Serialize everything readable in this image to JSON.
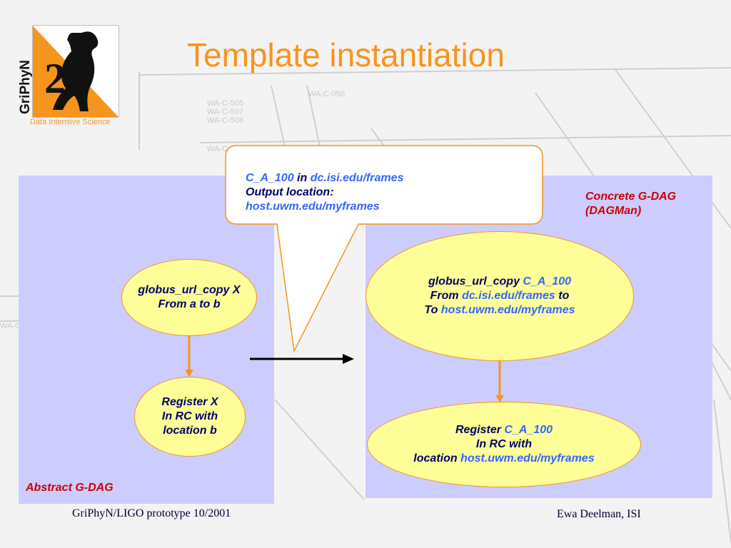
{
  "slide": {
    "title": "Template instantiation",
    "logo": {
      "name": "GriPhyN",
      "tagline": "Data Intensive Science"
    },
    "background_labels": [
      "WA-C-050",
      "WA-C-505",
      "WA-C-507",
      "WA-C-508",
      "WA-C",
      "WA-C"
    ],
    "abstract": {
      "label": "Abstract G-DAG",
      "node1": {
        "line1": "globus_url_copy X",
        "line2": "From a to b"
      },
      "node2": {
        "line1": "Register X",
        "line2": "In RC with",
        "line3": "location b"
      }
    },
    "concrete": {
      "label_line1": "Concrete G-DAG",
      "label_line2": "(DAGMan)",
      "node1": {
        "prefix1": "globus_url_copy ",
        "value1": "C_A_100",
        "prefix2": "From ",
        "value2": "dc.isi.edu/frames",
        "suffix2": " to",
        "prefix3": "To ",
        "value3": "host.uwm.edu/myframes"
      },
      "node2": {
        "prefix1": "Register ",
        "value1": "C_A_100",
        "line2": "In RC with",
        "prefix3": "location ",
        "value3": "host.uwm.edu/myframes"
      }
    },
    "callout": {
      "value1": "C_A_100",
      "mid1": " in ",
      "value2": "dc.isi.edu/frames",
      "line2": "Output location:",
      "value3": "host.uwm.edu/myframes"
    },
    "footer_left": "GriPhyN/LIGO prototype 10/2001",
    "footer_right": "Ewa Deelman, ISI"
  },
  "colors": {
    "title": "#f7941d",
    "node_fill": "#ffff99",
    "node_border": "#f7941d",
    "panel": "#ccccff",
    "highlight": "#3366ff",
    "label_red": "#cc0000",
    "text_dark": "#000066"
  }
}
